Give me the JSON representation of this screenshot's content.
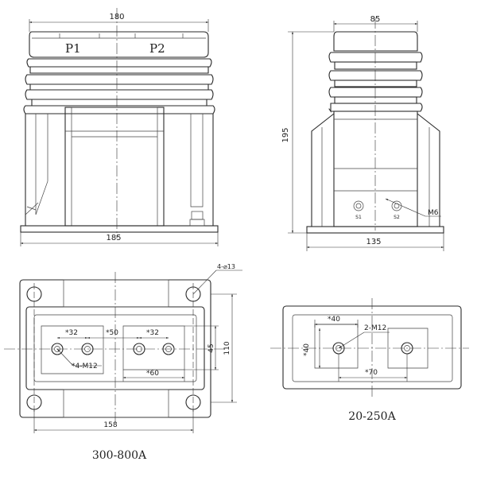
{
  "front_view": {
    "width_top": "180",
    "width_base": "185",
    "terminal_p1": "P1",
    "terminal_p2": "P2"
  },
  "side_view": {
    "width_top": "85",
    "height": "195",
    "width_base": "135",
    "terminal_s1": "S1",
    "terminal_s2": "S2",
    "screw": "M6"
  },
  "plan_300_800": {
    "holes": "4-⌀13",
    "threads": "*4-M12",
    "spacing_a": "*32",
    "spacing_b": "*50",
    "spacing_c": "*32",
    "spacing_d": "*60",
    "height_inner": "45",
    "height_outer": "110",
    "width": "158",
    "caption": "300-800A"
  },
  "plan_20_250": {
    "spacing_h": "*40",
    "threads": "2-M12",
    "spacing_v": "*40",
    "spacing_70": "*70",
    "caption": "20-250A"
  }
}
